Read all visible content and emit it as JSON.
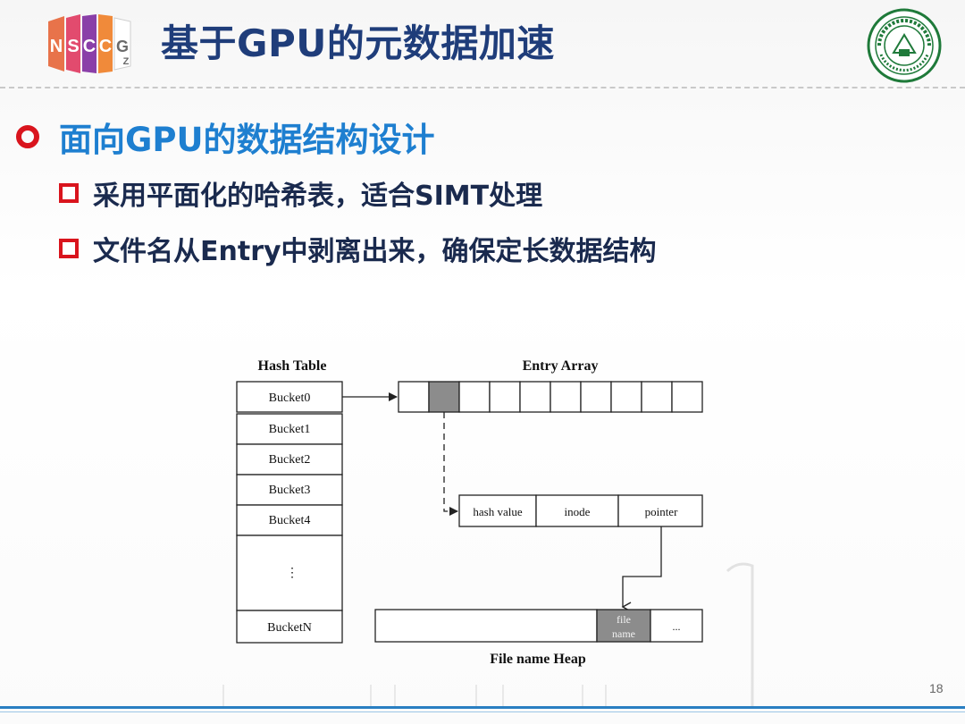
{
  "header": {
    "logo_text": "NSCCGZ",
    "title": "基于GPU的元数据加速",
    "university_seal_text": "中山大学 SUN YAT-SEN UNIVERSITY"
  },
  "bullets": {
    "main": "面向GPU的数据结构设计",
    "sub": [
      "采用平面化的哈希表，适合SIMT处理",
      "文件名从Entry中剥离出来，确保定长数据结构"
    ]
  },
  "diagram": {
    "hash_table_title": "Hash Table",
    "buckets": [
      "Bucket0",
      "Bucket1",
      "Bucket2",
      "Bucket3",
      "Bucket4"
    ],
    "ellipsis": "⋮",
    "last_bucket": "BucketN",
    "entry_array_title": "Entry Array",
    "entry_fields": [
      "hash value",
      "inode",
      "pointer"
    ],
    "heap_cell_file_line1": "file",
    "heap_cell_file_line2": "name",
    "heap_cell_more": "...",
    "heap_title": "File name Heap"
  },
  "colors": {
    "title": "#1f3d7a",
    "main_bullet": "#1e7fd0",
    "accent_red": "#d9141d",
    "highlight_cell": "#8c8c8c"
  },
  "footer": {
    "page_number": "18"
  }
}
